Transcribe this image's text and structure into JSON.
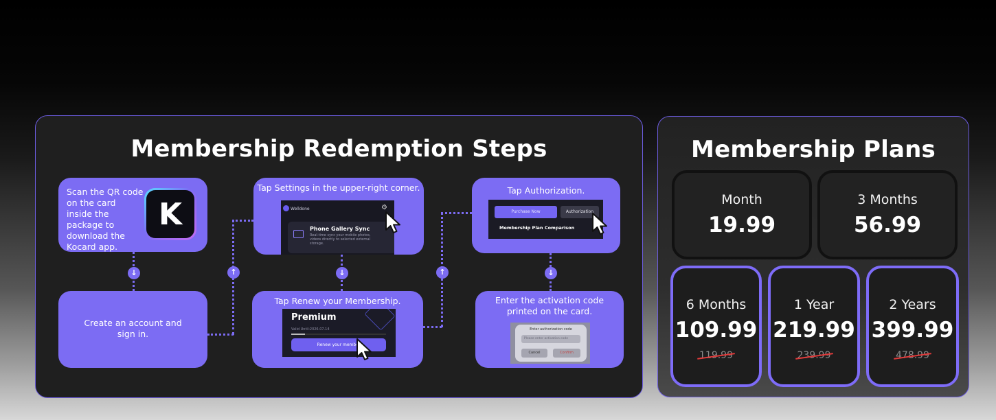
{
  "steps": {
    "title": "Membership Redemption Steps",
    "scan_text": "Scan the QR code on the card inside the package to download the Kocard app.",
    "logo_letter": "K",
    "account_text": "Create an account and sign in.",
    "settings_caption": "Tap Settings in the upper-right corner.",
    "settings_mock": {
      "brand": "Welldone",
      "sync_title": "Phone Gallery Sync",
      "sync_desc": "Real-time sync your mobile photos, videos directly to selected external storage."
    },
    "renew_caption": "Tap Renew your Membership.",
    "renew_mock": {
      "plan": "Premium",
      "valid": "Valid Until:2026.07.14",
      "button": "Renew your member"
    },
    "auth_caption": "Tap Authorization.",
    "auth_mock": {
      "purchase": "Purchase Now",
      "authorization": "Authorization",
      "comparison": "Membership Plan Comparison"
    },
    "enter_caption": "Enter the activation code printed on the card.",
    "enter_mock": {
      "dialog_title": "Enter authorization code",
      "input_placeholder": "Please enter activation code",
      "cancel": "Cancel",
      "confirm": "Confirm"
    },
    "arrows": {
      "down": "↓",
      "up": "↑"
    }
  },
  "plans": {
    "title": "Membership Plans",
    "items": [
      {
        "name": "Month",
        "price": "19.99"
      },
      {
        "name": "3 Months",
        "price": "56.99"
      },
      {
        "name": "6 Months",
        "price": "109.99",
        "original": "119.99"
      },
      {
        "name": "1 Year",
        "price": "219.99",
        "original": "239.99"
      },
      {
        "name": "2 Years",
        "price": "399.99",
        "original": "478.99"
      }
    ]
  },
  "colors": {
    "accent": "#7c6cf3",
    "panel_bg": "#1f1f1f",
    "featured_border": "#7e6cf8",
    "strike": "#e03a3a"
  }
}
